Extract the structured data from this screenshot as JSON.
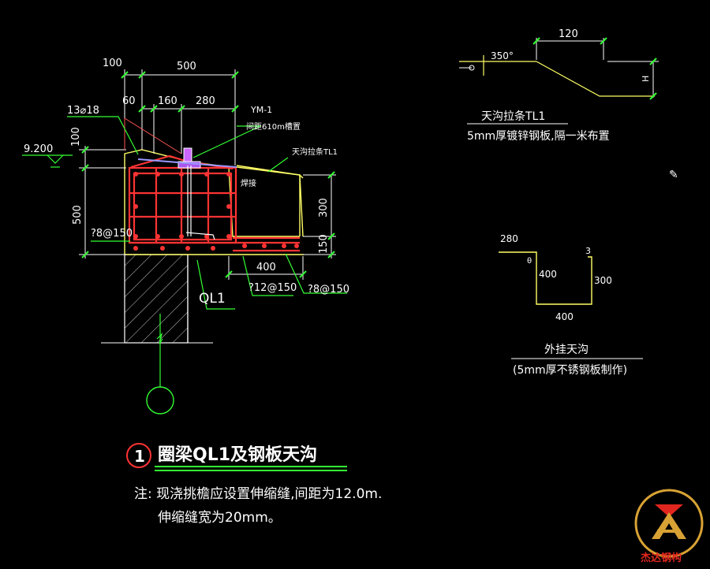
{
  "colors": {
    "background": "#000000",
    "dimension": "#ffffff",
    "outline": "#ffff66",
    "rebar": "#ff3333",
    "leader": "#33ff33",
    "ext_line": "#ff5555",
    "concrete": "#ffffff",
    "logo_gold": "#d8a234",
    "logo_red": "#e0261e"
  },
  "section": {
    "dims": {
      "d100_top": "100",
      "d500_top": "500",
      "d60": "60",
      "d160": "160",
      "d280": "280",
      "d100_left": "100",
      "d500_left": "500",
      "d300_right": "300",
      "d150_right": "150",
      "d400_bottom": "400"
    },
    "labels": {
      "top_bars": "13⌀18",
      "elevation": "9.200",
      "stirrup_left": "?8@150",
      "ym": "YM-1",
      "ym_note": "间距610m槽置",
      "tl1": "天沟拉条TL1",
      "weld": "焊接",
      "bar_slab": "?12@150",
      "bar_slab2": "?8@150",
      "ql1": "QL1"
    }
  },
  "tl1_detail": {
    "angle": "350°",
    "dim_120": "120",
    "dim_h": "H",
    "title": "天沟拉条TL1",
    "subtitle": "5mm厚镀锌钢板,隔一米布置"
  },
  "gutter_detail": {
    "dim_280": "280",
    "dim_3": "3",
    "dim_theta": "θ",
    "dim_400_left": "400",
    "dim_300_right": "300",
    "dim_400_bottom": "400",
    "title": "外挂天沟",
    "subtitle": "(5mm厚不锈钢板制作)"
  },
  "main_title": {
    "number": "1",
    "text": "圈梁QL1及钢板天沟"
  },
  "notes": {
    "line1": "注: 现浇挑檐应设置伸缩缝,间距为12.0m.",
    "line2": "伸缩缝宽为20mm。"
  },
  "logo": {
    "text": "杰达钢构"
  }
}
